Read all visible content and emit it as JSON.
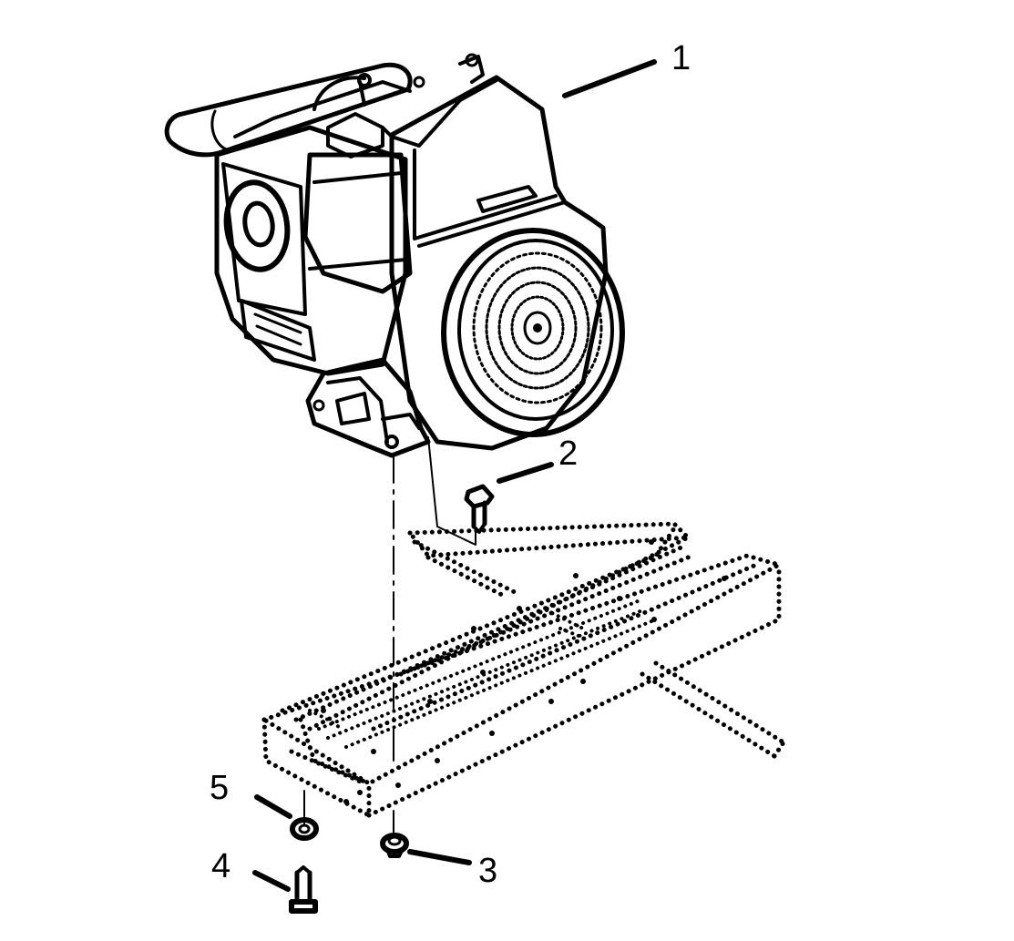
{
  "diagram": {
    "parts": [
      {
        "id": "engine",
        "number": "1"
      },
      {
        "id": "bolt-upper",
        "number": "2"
      },
      {
        "id": "nut",
        "number": "3"
      },
      {
        "id": "bolt-lower",
        "number": "4"
      },
      {
        "id": "washer",
        "number": "5"
      }
    ]
  }
}
